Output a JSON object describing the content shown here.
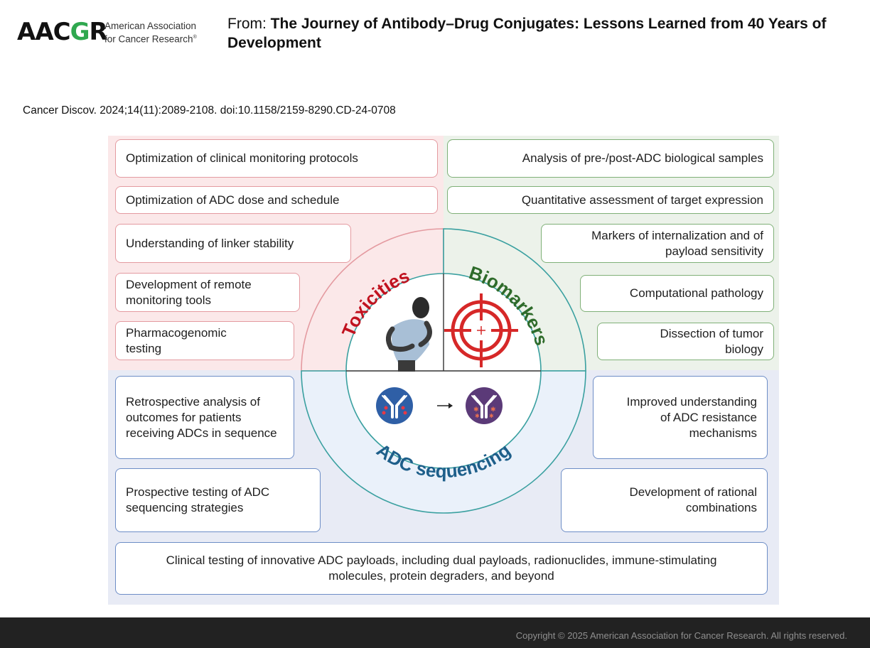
{
  "header": {
    "logo_mark_a": "AAC",
    "logo_mark_g": "G",
    "logo_mark_r": "R",
    "logo_line1": "American Association",
    "logo_line2": "for Cancer Research",
    "logo_reg": "®",
    "title_prefix": "From: ",
    "title_main": "The Journey of Antibody–Drug Conjugates: Lessons Learned from 40 Years of Development",
    "citation": "Cancer Discov. 2024;14(11):2089-2108. doi:10.1158/2159-8290.CD-24-0708"
  },
  "figure": {
    "toxicities": {
      "label": "Toxicities",
      "color": "#c1121f",
      "items": [
        "Optimization of clinical monitoring protocols",
        "Optimization of ADC dose and schedule",
        "Understanding of linker stability",
        "Development of remote monitoring tools",
        "Pharmacogenomic testing"
      ]
    },
    "biomarkers": {
      "label": "Biomarkers",
      "color": "#2e6b2a",
      "items": [
        "Analysis of pre-/post-ADC biological samples",
        "Quantitative assessment of target expression",
        "Markers of internalization and of payload sensitivity",
        "Computational pathology",
        "Dissection of tumor biology"
      ]
    },
    "sequencing": {
      "label": "ADC sequencing",
      "color": "#1e5f8a",
      "items": [
        "Retrospective analysis of outcomes for patients receiving ADCs in sequence",
        "Prospective testing of ADC sequencing strategies",
        "Improved understanding of ADC resistance mechanisms",
        "Development of rational combinations",
        "Clinical testing of innovative ADC payloads, including dual payloads, radionuclides, immune-stimulating molecules, protein degraders, and beyond"
      ]
    },
    "icons": [
      "patient-in-pain-icon",
      "target-crosshair-icon",
      "antibody-blue-icon",
      "arrow-right-icon",
      "antibody-purple-icon"
    ]
  },
  "footer": {
    "copyright": "Copyright © 2025 American Association for Cancer Research. All rights reserved."
  }
}
